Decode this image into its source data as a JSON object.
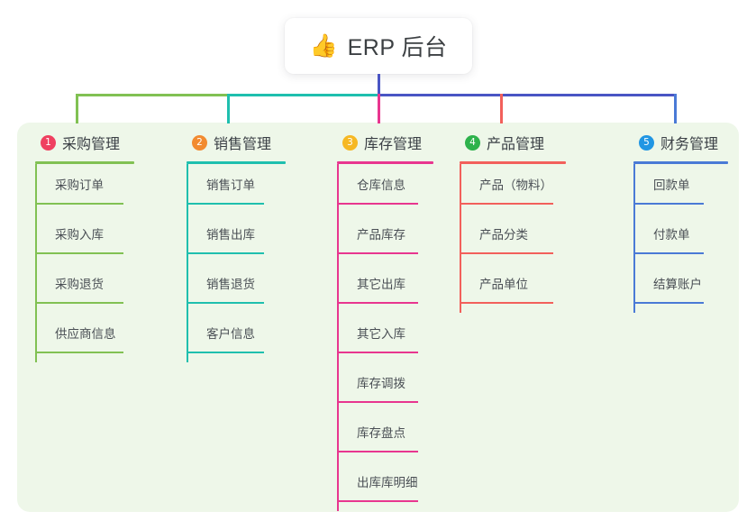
{
  "root": {
    "icon": "thumbs-up-icon",
    "emoji": "👍",
    "title": "ERP 后台"
  },
  "palette": {
    "panel_bg": "#eef7e9",
    "root_stem": "#4a55c4",
    "column1": "#81c153",
    "column2": "#1fbfae",
    "column3": "#e8368f",
    "column4": "#f2605b",
    "column5": "#4a7ad6"
  },
  "columns": [
    {
      "number": "1",
      "label": "采购管理",
      "badge_color": "#ef4060",
      "line_color": "#81c153",
      "leaf_width": 98,
      "items": [
        "采购订单",
        "采购入库",
        "采购退货",
        "供应商信息"
      ]
    },
    {
      "number": "2",
      "label": "销售管理",
      "badge_color": "#f28b30",
      "line_color": "#1fbfae",
      "leaf_width": 86,
      "items": [
        "销售订单",
        "销售出库",
        "销售退货",
        "客户信息"
      ]
    },
    {
      "number": "3",
      "label": "库存管理",
      "badge_color": "#f6b823",
      "line_color": "#e8368f",
      "leaf_width": 90,
      "items": [
        "仓库信息",
        "产品库存",
        "其它出库",
        "其它入库",
        "库存调拨",
        "库存盘点",
        "出库库明细"
      ]
    },
    {
      "number": "4",
      "label": "产品管理",
      "badge_color": "#2eb24c",
      "line_color": "#f2605b",
      "leaf_width": 104,
      "items": [
        "产品（物料）",
        "产品分类",
        "产品单位"
      ]
    },
    {
      "number": "5",
      "label": "财务管理",
      "badge_color": "#2196e3",
      "line_color": "#4a7ad6",
      "leaf_width": 78,
      "items": [
        "回款单",
        "付款单",
        "结算账户"
      ]
    }
  ]
}
